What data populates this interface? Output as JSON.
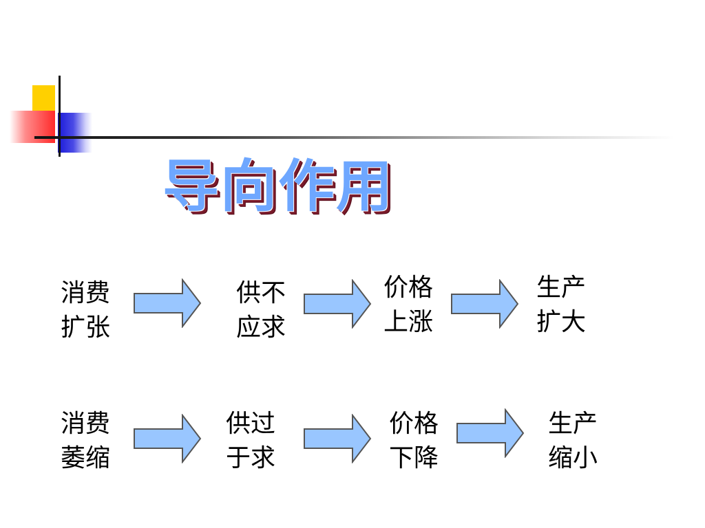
{
  "title": "导向作用",
  "colors": {
    "arrow_fill": "#99c6ff",
    "arrow_stroke": "#555555",
    "title": "#6ea7ff",
    "title_shadow": "#7a1a2a",
    "accent_yellow": "#ffd000",
    "accent_blue": "#1a1ad8",
    "accent_red": "#ff2a2a"
  },
  "rows": [
    {
      "nodes": [
        {
          "line1": "消费",
          "line2": "扩张"
        },
        {
          "line1": "供不",
          "line2": "应求"
        },
        {
          "line1": "价格",
          "line2": "上涨"
        },
        {
          "line1": "生产",
          "line2": "扩大"
        }
      ]
    },
    {
      "nodes": [
        {
          "line1": "消费",
          "line2": "萎缩"
        },
        {
          "line1": "供过",
          "line2": "于求"
        },
        {
          "line1": "价格",
          "line2": "下降"
        },
        {
          "line1": "生产",
          "line2": "缩小"
        }
      ]
    }
  ]
}
